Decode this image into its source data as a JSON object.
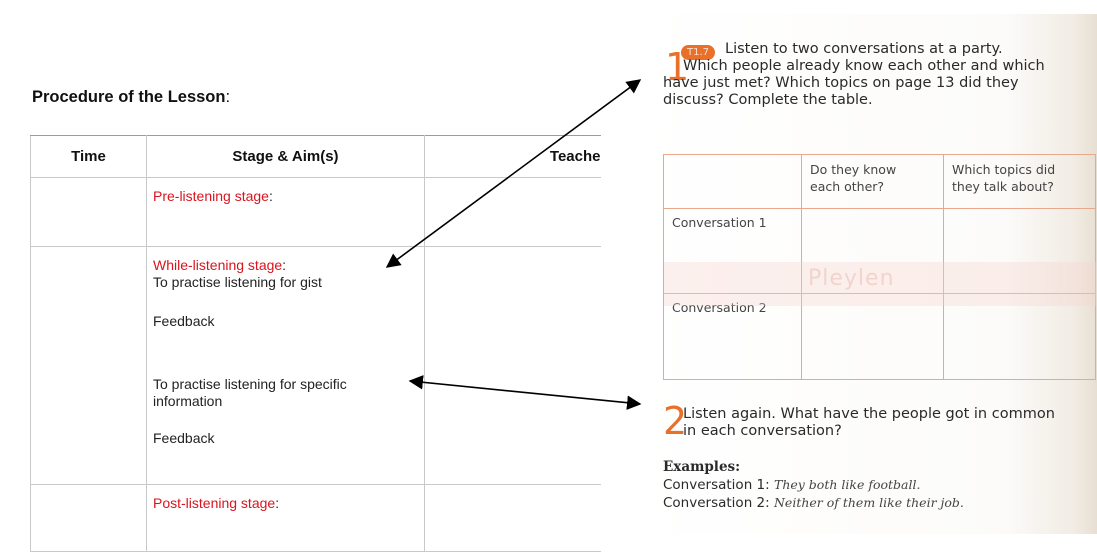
{
  "lesson": {
    "title_bold": "Procedure of the Lesson",
    "title_colon": ":",
    "headers": {
      "time": "Time",
      "stage": "Stage & Aim(s)",
      "teacher": "Teache"
    },
    "row1": {
      "stage": "Pre-listening stage",
      "colon": ":"
    },
    "row2": {
      "stage": "While-listening stage",
      "colon": ":",
      "aim1": "To practise listening for gist",
      "feedback1": "Feedback",
      "aim2_line1": "To practise listening for specific",
      "aim2_line2": "information",
      "feedback2": "Feedback"
    },
    "row3": {
      "stage": "Post-listening stage",
      "colon": ":"
    }
  },
  "book": {
    "ex1": {
      "number": "1",
      "track": "T1.7",
      "line1": "Listen to two conversations at a party.",
      "line2": "Which people already know each other and which",
      "line3": "have just met? Which topics on page 13 did they",
      "line4": "discuss? Complete the table."
    },
    "table": {
      "col2_line1": "Do they know",
      "col2_line2": "each other?",
      "col3_line1": "Which topics did",
      "col3_line2": "they talk about?",
      "row1": "Conversation 1",
      "row2": "Conversation 2",
      "watermark": "Pleylen"
    },
    "ex2": {
      "number": "2",
      "line1": "Listen again. What have the people got in common",
      "line2": "in each conversation?"
    },
    "examples": {
      "label": "Examples:",
      "c1_label": "Conversation 1:",
      "c1_text": "They both like football.",
      "c2_label": "Conversation 2:",
      "c2_text": "Neither of them like their job."
    }
  },
  "colors": {
    "stage_red": "#d9141e",
    "book_orange": "#e8702a",
    "book_table_border": "#e9a78b"
  }
}
